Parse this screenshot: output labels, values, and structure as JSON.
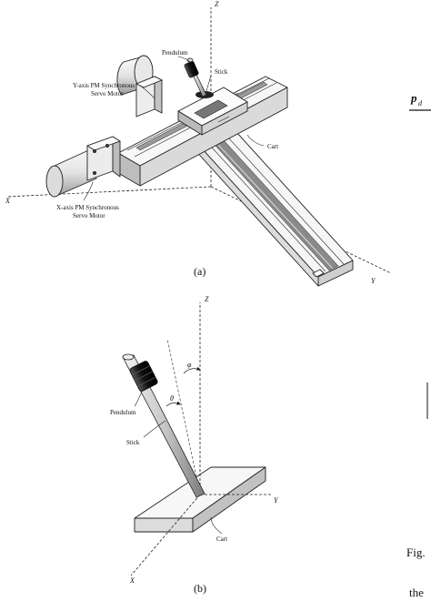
{
  "figure_a": {
    "caption": "(a)",
    "axis_z": "Z",
    "axis_x": "X",
    "axis_y": "Y",
    "label_pendulum": "Pendulum",
    "label_stick": "Stick",
    "label_cart": "Cart",
    "label_y_motor_line1": "Y-axis PM Synchronous",
    "label_y_motor_line2": "Servo Motor",
    "label_x_motor_line1": "X-axis PM Synchronous",
    "label_x_motor_line2": "Servo Motor"
  },
  "figure_b": {
    "caption": "(b)",
    "axis_z": "Z",
    "axis_x": "X",
    "axis_y": "Y",
    "label_pendulum": "Pendulum",
    "label_stick": "Stick",
    "label_cart": "Cart",
    "angle_phi": "φ",
    "angle_theta": "θ"
  },
  "right_edge": {
    "symbol": "p",
    "subscript": "d",
    "fig_fragment": "Fig.",
    "the_fragment": "the"
  }
}
